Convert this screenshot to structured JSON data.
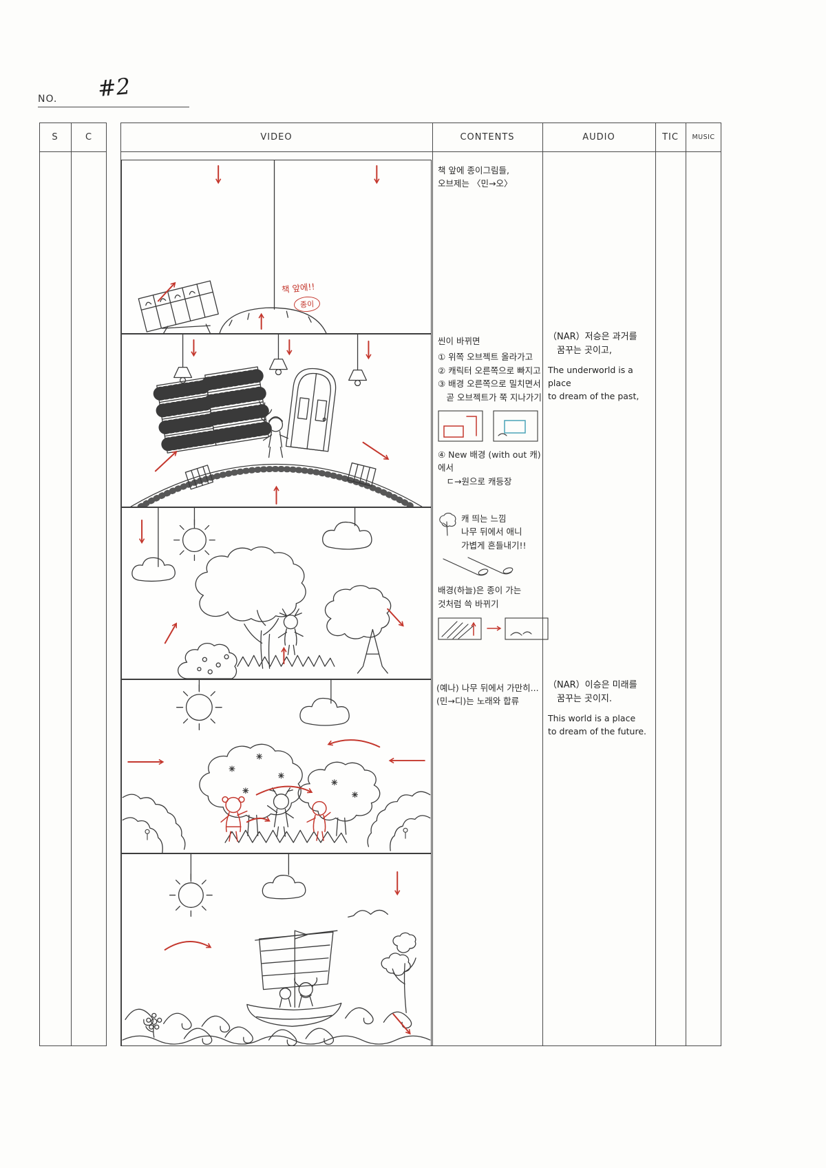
{
  "page": {
    "no_label": "NO.",
    "no_value": "#2"
  },
  "colors": {
    "ink": "#3a3a3a",
    "accent_red": "#c4372d",
    "thumb_blue": "#4aa3b8"
  },
  "table": {
    "headers": {
      "s": "S",
      "c": "C",
      "video": "VIDEO",
      "contents": "CONTENTS",
      "audio": "AUDIO",
      "tic": "TIC",
      "music": "MUSIC"
    }
  },
  "panels": [
    {
      "video_annotation": "책 앞에!!",
      "video_annotation_circled": "종이",
      "contents_lines": [
        "책 앞에 종이그림들,",
        "오브제는 〈민→오〉"
      ]
    },
    {
      "contents_title": "씬이 바뀌면",
      "contents_lines": [
        "① 위쪽 오브젝트 올라가고",
        "② 캐릭터 오른쪽으로 빠지고",
        "③ 배경 오른쪽으로 밀치면서",
        "　곧 오브젝트가 쭉 지나가기"
      ],
      "contents_lines2": [
        "④ New 배경 (with out 캐)에서",
        "　ㄷ→원으로 캐등장"
      ],
      "audio_kr_lines": [
        "（NAR）저승은 과거를",
        "　꿈꾸는 곳이고,"
      ],
      "audio_en_lines": [
        "The underworld is a place",
        "to dream of the past,"
      ]
    },
    {
      "contents_lines": [
        "캐 띄는 느낌",
        "나무 뒤에서 애니",
        "가볍게 흔들내기!!"
      ],
      "contents_lines2": [
        "배경(하늘)은 종이 가는",
        "것처럼 쓱 바뀌기"
      ]
    },
    {
      "contents_lines": [
        "(예나) 나무 뒤에서 가만히...",
        "(민→디)는 노래와 합류"
      ],
      "audio_kr_lines": [
        "（NAR）이승은 미래를",
        "　꿈꾸는 곳이지."
      ],
      "audio_en_lines": [
        "This world is a place",
        "to dream of the future."
      ]
    },
    {}
  ]
}
